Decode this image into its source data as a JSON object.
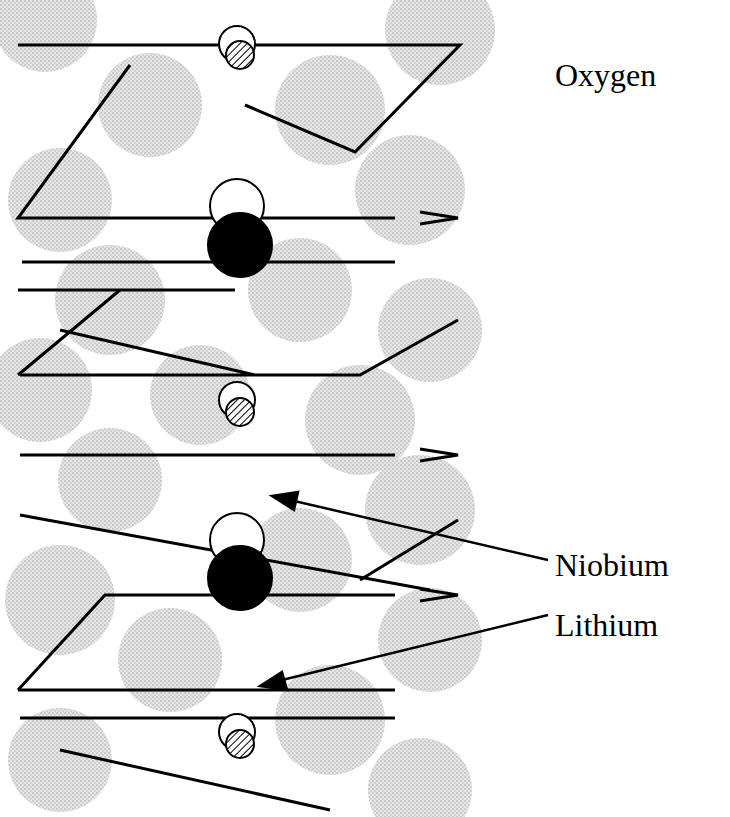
{
  "diagram": {
    "labels": [
      "Oxygen",
      "Niobium",
      "Lithium"
    ]
  }
}
